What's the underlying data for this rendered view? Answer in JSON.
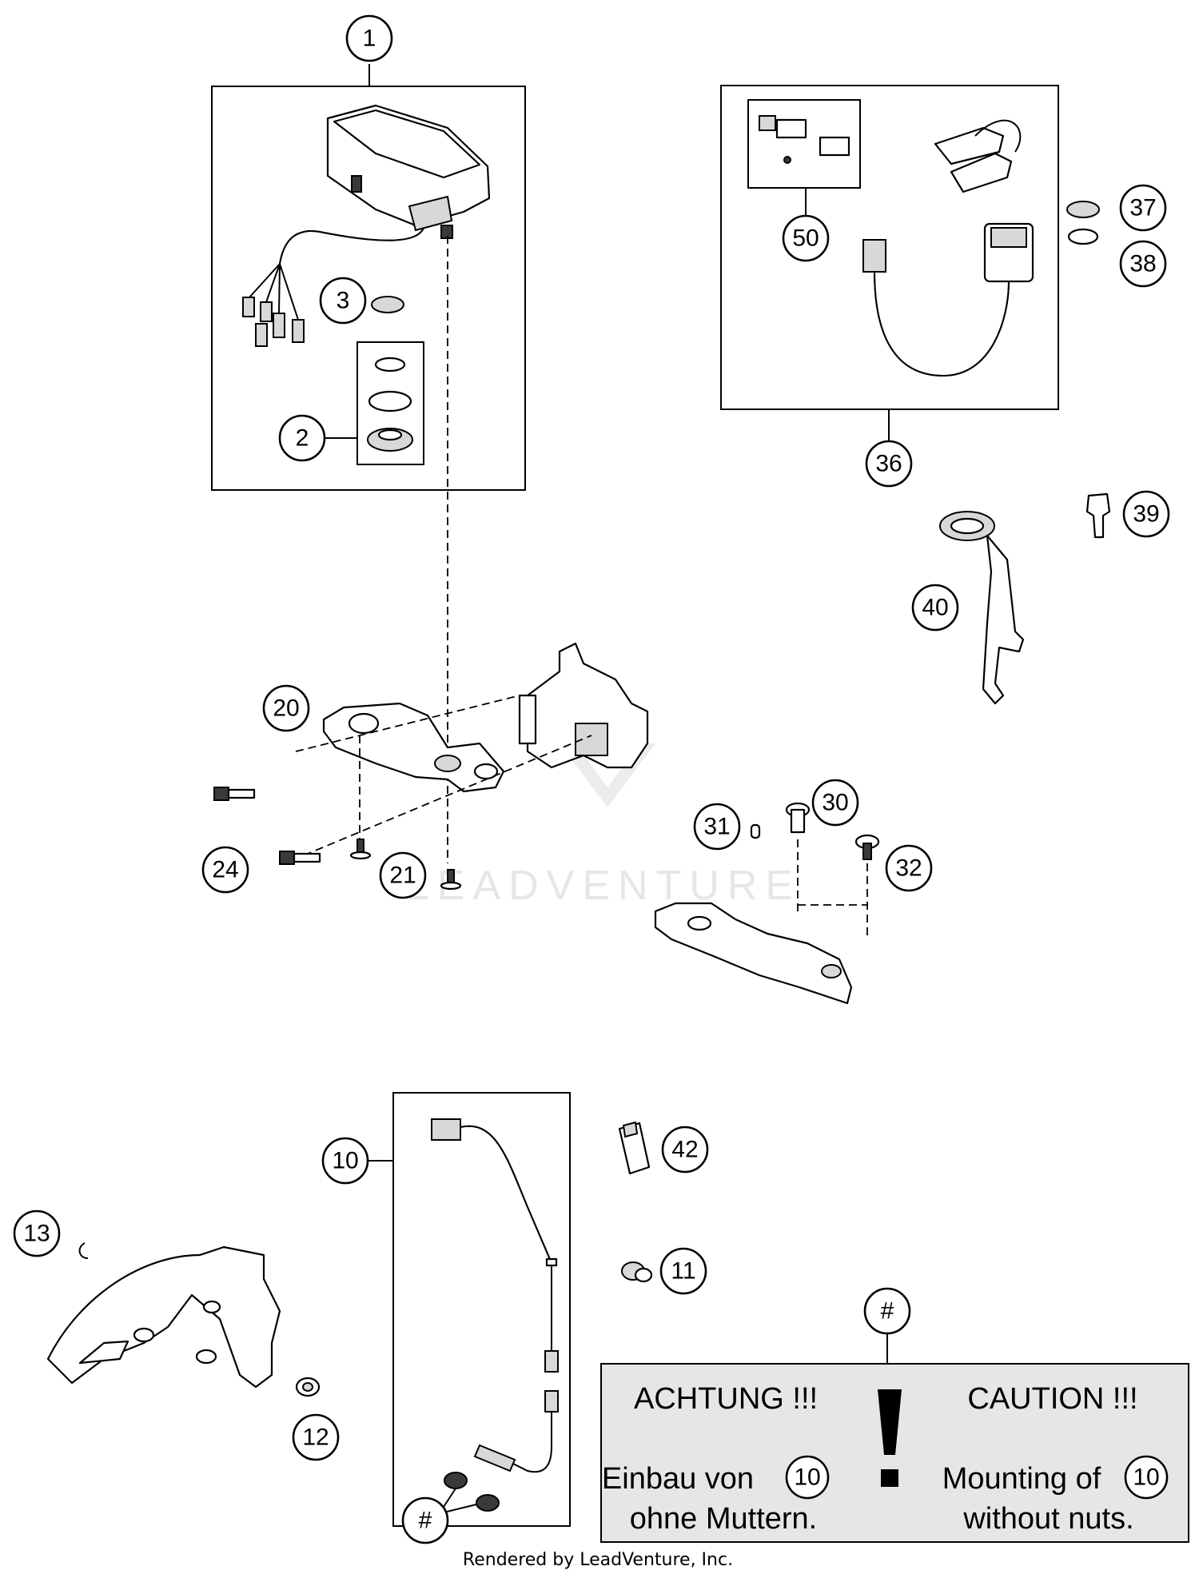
{
  "callouts": {
    "c1": "1",
    "c2": "2",
    "c3": "3",
    "c10": "10",
    "c11": "11",
    "c12": "12",
    "c13": "13",
    "c20": "20",
    "c21": "21",
    "c24": "24",
    "c30": "30",
    "c31": "31",
    "c32": "32",
    "c36": "36",
    "c37": "37",
    "c38": "38",
    "c39": "39",
    "c40": "40",
    "c42": "42",
    "c50": "50",
    "hash_top": "#",
    "hash_bottom": "#"
  },
  "watermark": "LEADVENTURE",
  "caution": {
    "de_title": "ACHTUNG !!!",
    "de_line1": "Einbau von",
    "de_line2": "ohne Muttern.",
    "en_title": "CAUTION !!!",
    "en_line1": "Mounting of",
    "en_line2": "without nuts.",
    "ref_de": "10",
    "ref_en": "10"
  },
  "footer": "Rendered by LeadVenture, Inc."
}
